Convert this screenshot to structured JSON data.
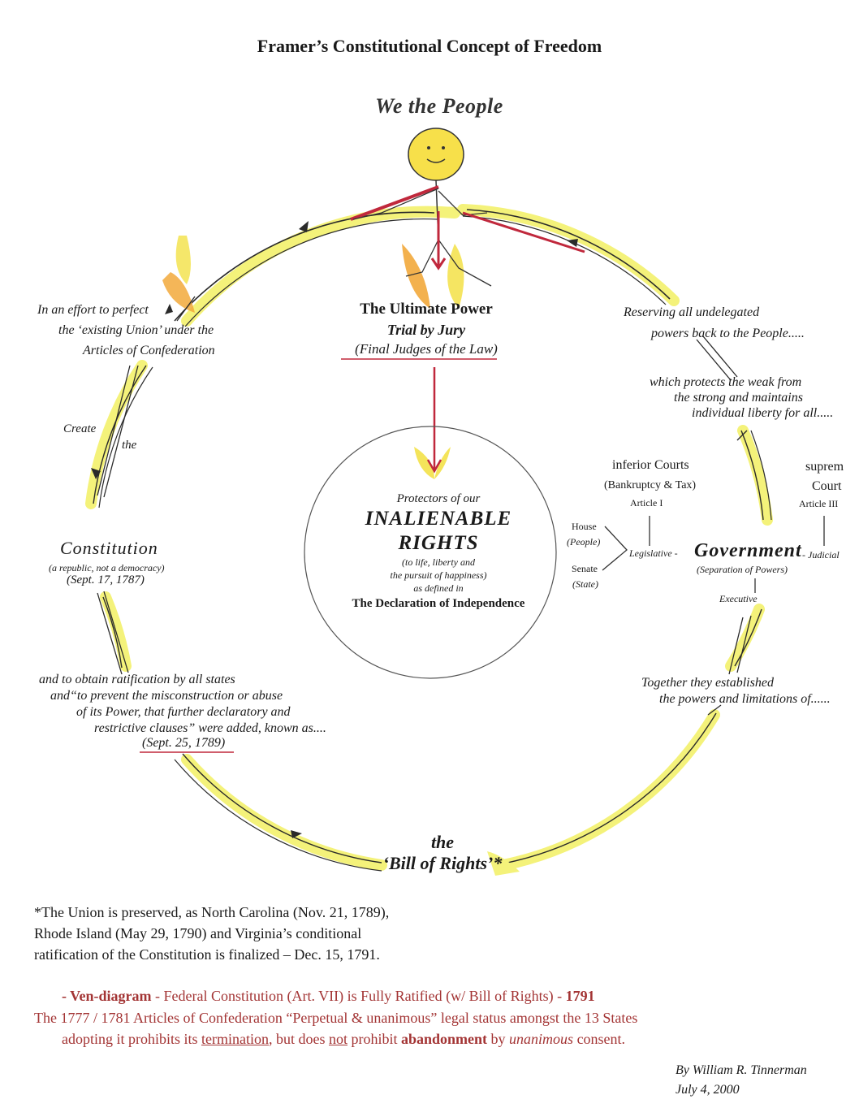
{
  "title": "Framer’s Constitutional Concept of Freedom",
  "top_label": "We the People",
  "ultimate": {
    "line1": "The Ultimate Power",
    "line2": "Trial by Jury",
    "line3": "(Final Judges of the Law)"
  },
  "left_top": {
    "line1": "In an effort to perfect",
    "line2": "the ‘existing Union’ under the",
    "line3": "Articles of Confederation"
  },
  "create": "Create",
  "the_small": "the",
  "constitution": {
    "name": "Constitution",
    "sub": "(a republic, not a democracy)",
    "date": "(Sept. 17, 1787)"
  },
  "ratification": {
    "line1": "and to obtain ratification by all states",
    "line2": "and“to prevent the misconstruction or abuse",
    "line3": "of its Power, that further declaratory and",
    "line4": "restrictive clauses” were added, known as....",
    "line5": "(Sept. 25, 1789)"
  },
  "bill": {
    "line1": "the",
    "line2": "‘Bill of Rights’*"
  },
  "reserving": {
    "line1": "Reserving all undelegated",
    "line2": "powers back to the People....."
  },
  "protects": {
    "line1": "which protects the weak from",
    "line2": "the strong and maintains",
    "line3": "individual liberty for all....."
  },
  "together": {
    "line1": "Together they established",
    "line2": "the powers and limitations of......"
  },
  "center_circle": {
    "line1": "Protectors of our",
    "line2": "INALIENABLE",
    "line3": "RIGHTS",
    "line4": "(to life, liberty and",
    "line5": "the pursuit of happiness)",
    "line6": "as defined in",
    "line7": "The Declaration of Independence"
  },
  "government": {
    "inferior_courts": "inferior Courts",
    "bankruptcy": "(Bankruptcy & Tax)",
    "article1": "Article I",
    "supreme": "suprem",
    "court": "Court",
    "article3": "Article III",
    "house": "House",
    "people": "(People)",
    "senate": "Senate",
    "state": "(State)",
    "legislative": "Legislative -",
    "word": "Government",
    "judicial": "- Judicial",
    "separation": "(Separation of Powers)",
    "executive": "Executive"
  },
  "footnote": {
    "line1": "*The Union is preserved, as North Carolina (Nov. 21, 1789),",
    "line2": "Rhode Island (May 29, 1790) and Virginia’s conditional",
    "line3": "ratification of the Constitution is finalized – Dec. 15, 1791."
  },
  "ven": {
    "part1": "- Ven-diagram",
    "part2": " - Federal Constitution (Art. VII) is Fully Ratified (w/ Bill of Rights) - ",
    "part3": "1791",
    "line2": "The 1777 / 1781 Articles of Confederation “Perpetual & unanimous” legal status amongst the 13 States",
    "line3a": "adopting it prohibits its ",
    "line3b": "termination",
    "line3c": ", but does ",
    "line3d": "not",
    "line3e": " prohibit ",
    "line3f": "abandonment",
    "line3g": " by ",
    "line3h": "unanimous",
    "line3i": " consent."
  },
  "byline": {
    "line1": "By William R. Tinnerman",
    "line2": "July 4, 2000"
  },
  "colors": {
    "highlight": "#f4f27a",
    "orange": "#f2a93b",
    "red_accent": "#c0283c",
    "face": "#f7e04a"
  }
}
